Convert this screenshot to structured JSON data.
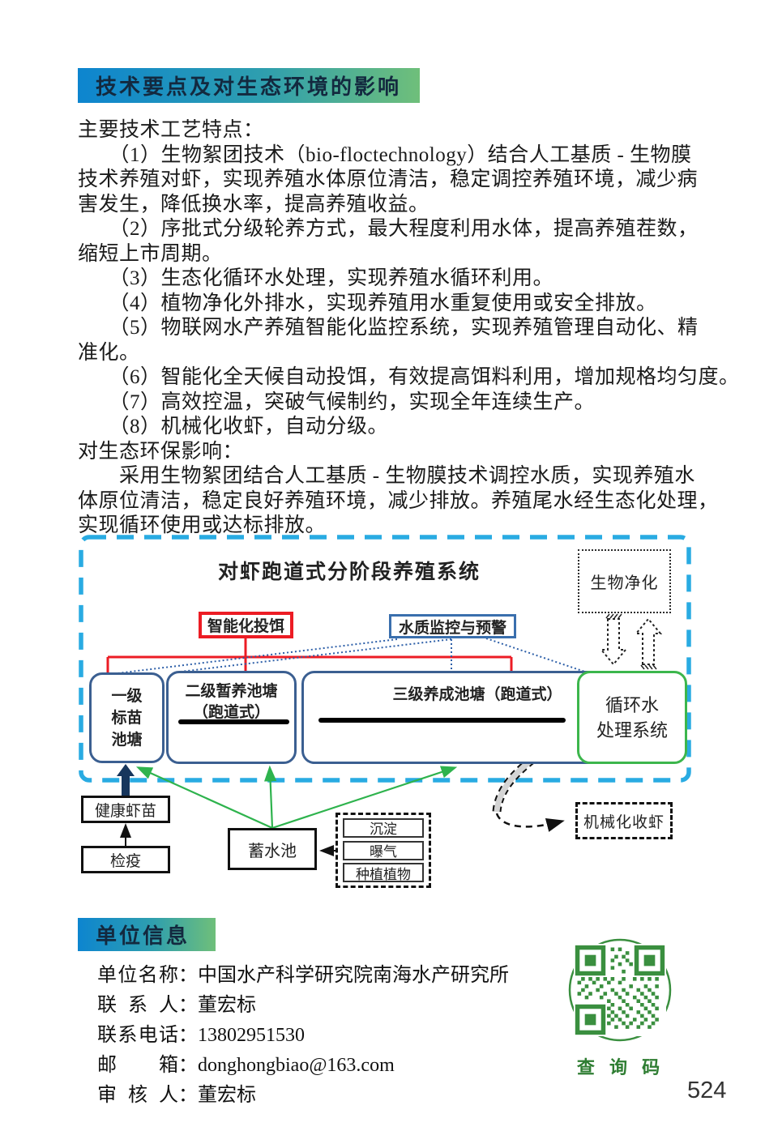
{
  "section1": {
    "title": "技术要点及对生态环境的影响"
  },
  "body": {
    "lines": [
      "主要技术工艺特点：",
      "　　（1）生物絮团技术（bio-floctechnology）结合人工基质 - 生物膜",
      "技术养殖对虾，实现养殖水体原位清洁，稳定调控养殖环境，减少病",
      "害发生，降低换水率，提高养殖收益。",
      "　　（2）序批式分级轮养方式，最大程度利用水体，提高养殖茬数，",
      "缩短上市周期。",
      "　　（3）生态化循环水处理，实现养殖水循环利用。",
      "　　（4）植物净化外排水，实现养殖用水重复使用或安全排放。",
      "　　（5）物联网水产养殖智能化监控系统，实现养殖管理自动化、精",
      "准化。",
      "　　（6）智能化全天候自动投饵，有效提高饵料利用，增加规格均匀度。",
      "　　（7）高效控温，突破气候制约，实现全年连续生产。",
      "　　（8）机械化收虾，自动分级。",
      "对生态环保影响：",
      "　　采用生物絮团结合人工基质 - 生物膜技术调控水质，实现养殖水",
      "体原位清洁，稳定良好养殖环境，减少排放。养殖尾水经生态化处理，",
      "实现循环使用或达标排放。"
    ]
  },
  "diagram": {
    "title": "对虾跑道式分阶段养殖系统",
    "bio_purify": "生物净化",
    "smart_feeding": "智能化投饵",
    "water_monitor": "水质监控与预警",
    "pond1": "一级\n标苗\n池塘",
    "pond2": "二级暂养池塘\n（跑道式）",
    "pond3": "三级养成池塘（跑道式）",
    "circulating_water": "循环水\n处理系统",
    "healthy_fry": "健康虾苗",
    "quarantine": "检疫",
    "reservoir": "蓄水池",
    "treatment_steps": [
      "沉淀",
      "曝气",
      "种植植物"
    ],
    "harvest": "机械化收虾",
    "colors": {
      "border_dash": "#29abe2",
      "red": "#ec1c24",
      "pond_border": "#3b5f91",
      "green_box": "#3cb64c",
      "green_arrow": "#2eb34d",
      "navy_arrow": "#17365d",
      "dotted_blue": "#2d5fa8"
    }
  },
  "unit_info": {
    "header": "单位信息",
    "rows": [
      {
        "label": "单位名称",
        "sep": "：",
        "value": "中国水产科学研究院南海水产研究所"
      },
      {
        "label": "联系人",
        "sep": "：",
        "value": "董宏标"
      },
      {
        "label": "联系电话",
        "sep": "：",
        "value": "13802951530"
      },
      {
        "label": "邮箱",
        "sep": "：",
        "value": "donghongbiao@163.com"
      },
      {
        "label": "审核人",
        "sep": "：",
        "value": "董宏标"
      }
    ]
  },
  "qr": {
    "label": "查 询 码",
    "color": "#3a8f3f"
  },
  "page": {
    "number": "524"
  }
}
